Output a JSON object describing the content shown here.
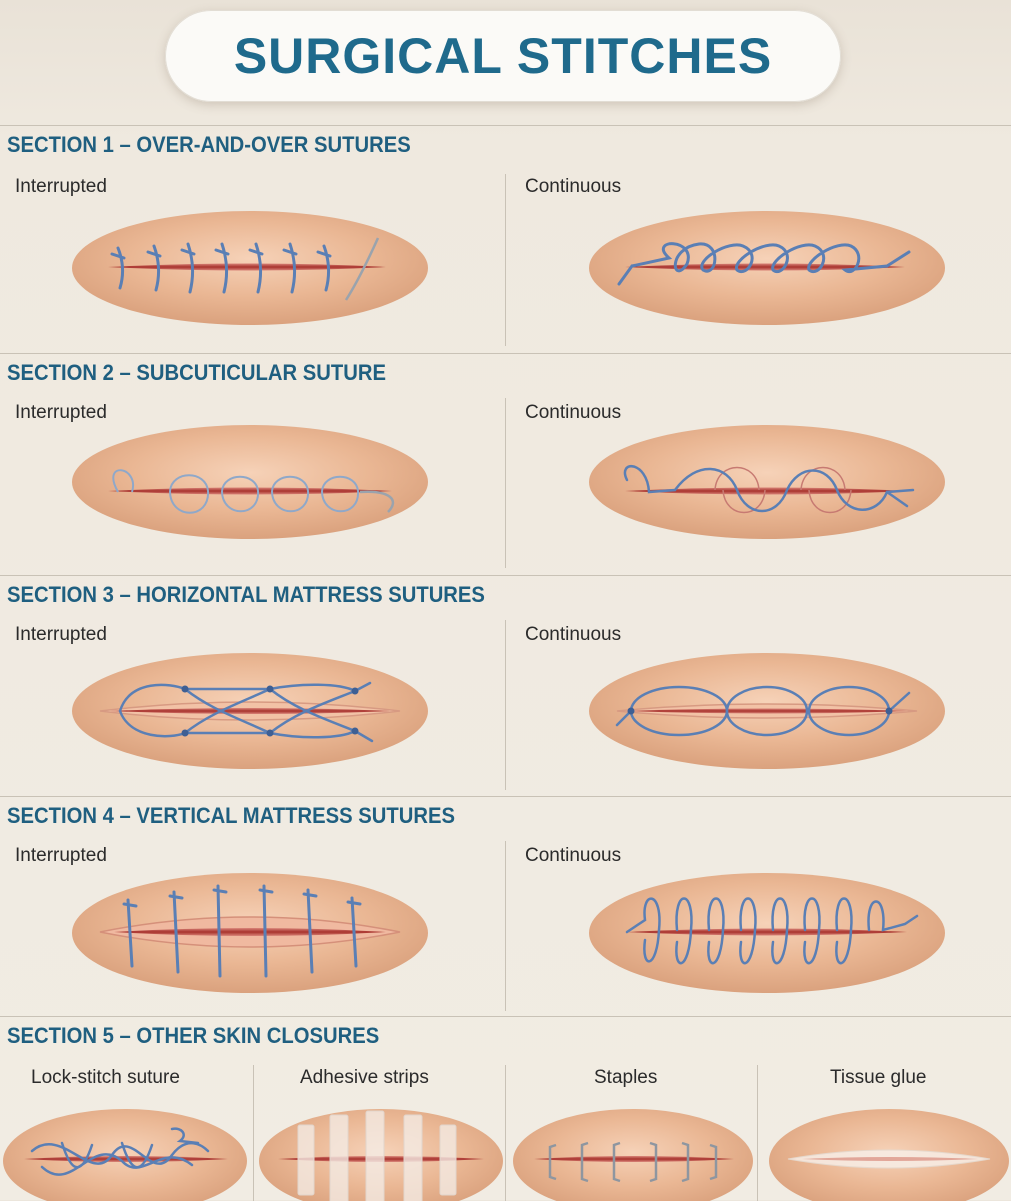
{
  "title": "SURGICAL STITCHES",
  "sections": [
    {
      "title": "SECTION 1 – OVER-AND-OVER SUTURES",
      "panels": [
        "Interrupted",
        "Continuous"
      ]
    },
    {
      "title": "SECTION 2 – SUBCUTICULAR SUTURE",
      "panels": [
        "Interrupted",
        "Continuous"
      ]
    },
    {
      "title": "SECTION 3 – HORIZONTAL MATTRESS SUTURES",
      "panels": [
        "Interrupted",
        "Continuous"
      ]
    },
    {
      "title": "SECTION 4 – VERTICAL MATTRESS SUTURES",
      "panels": [
        "Interrupted",
        "Continuous"
      ]
    },
    {
      "title": "SECTION 5 – OTHER SKIN CLOSURES",
      "panels": [
        "Lock-stitch suture",
        "Adhesive strips",
        "Staples",
        "Tissue glue"
      ]
    }
  ],
  "colors": {
    "title": "#1f6a8c",
    "section_title": "#1f5f80",
    "skin": "#e9b593",
    "incision": "#b8433c",
    "suture": "#5a7fb5",
    "background": "#efe9df"
  },
  "icons": [
    "skin-patch",
    "incision",
    "suture-thread",
    "needle",
    "staple",
    "adhesive-strip",
    "glue-film"
  ]
}
